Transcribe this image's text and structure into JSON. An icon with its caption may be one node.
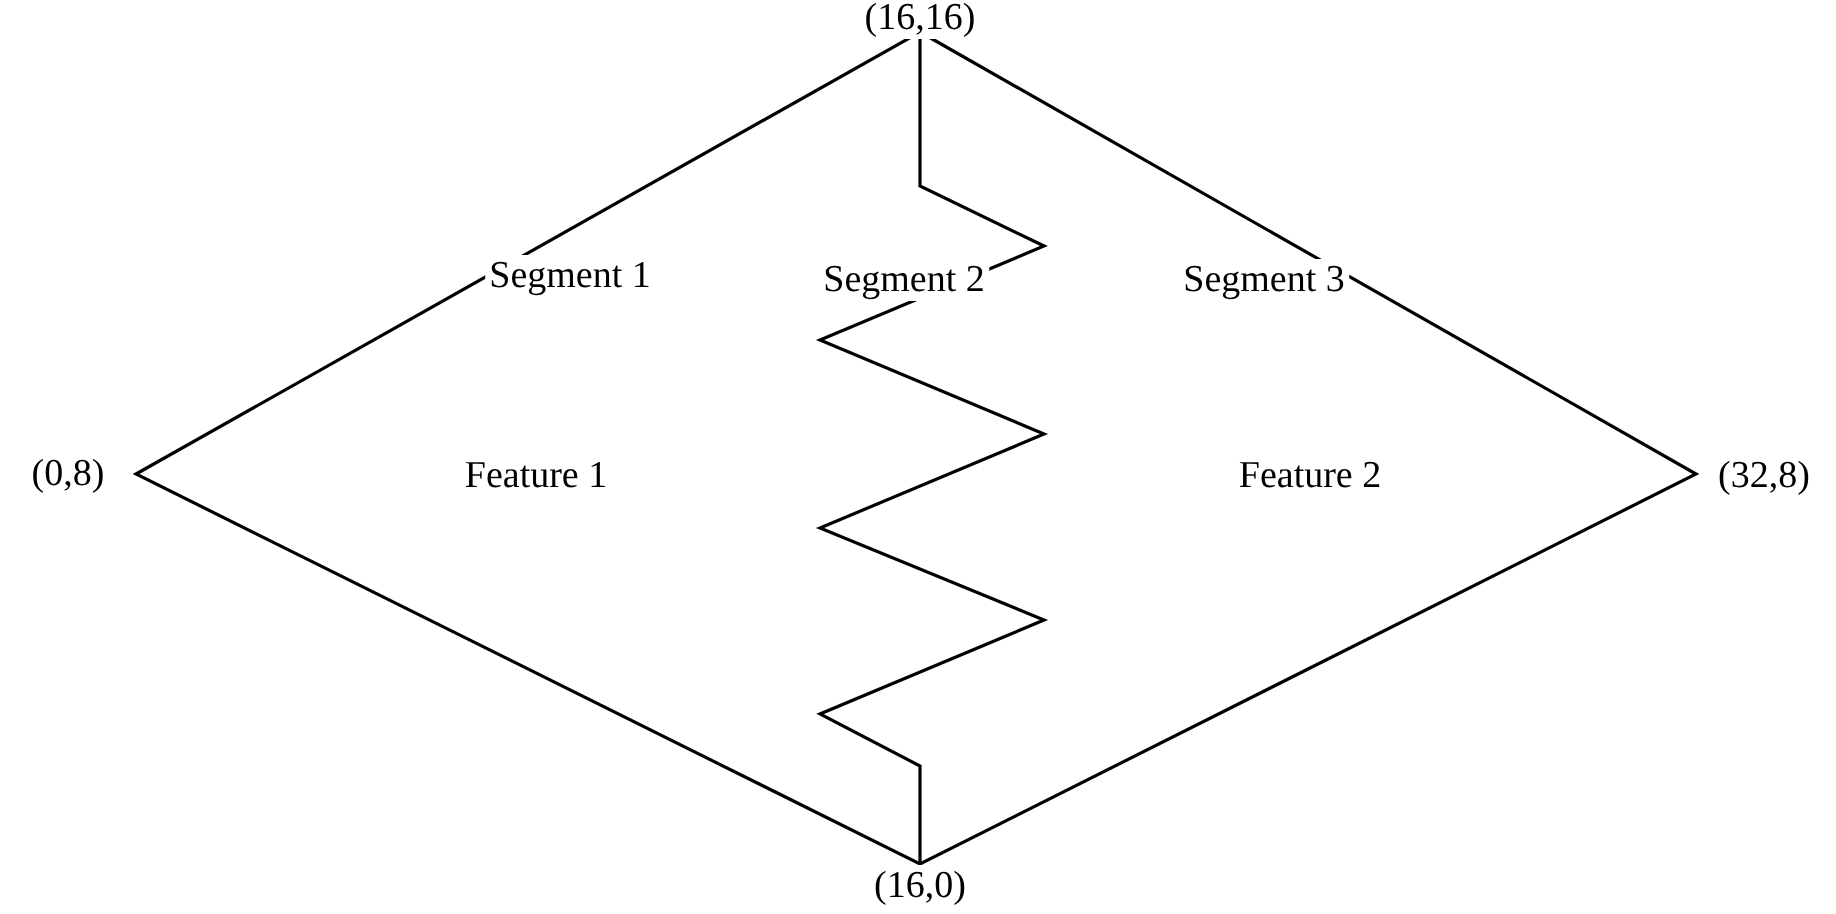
{
  "diagram": {
    "labels": [
      "(16,16)",
      "Segment 1",
      "Segment 2",
      "Segment 3",
      "(0,8)",
      "Feature 1",
      "Feature 2",
      "(32,8)",
      "(16,0)"
    ]
  }
}
